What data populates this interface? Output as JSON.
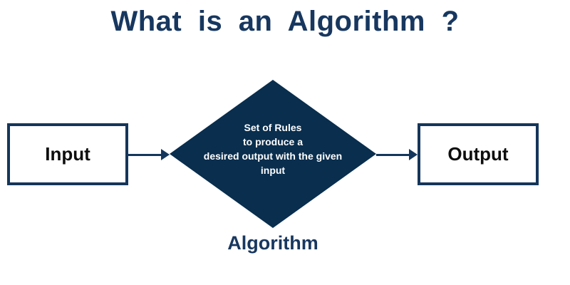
{
  "title": "What is an Algorithm ?",
  "colors": {
    "navy_fill": "#092e4e",
    "navy_text": "#17375f",
    "box_border": "#16365a",
    "box_label_text": "#0e0e0e",
    "arrow": "#14365c",
    "diamond_text": "#ffffff",
    "background": "#ffffff"
  },
  "flow": {
    "input": {
      "label": "Input"
    },
    "process": {
      "lines": [
        "Set of Rules",
        "to produce a",
        "desired output with the given",
        "input"
      ],
      "caption": "Algorithm"
    },
    "output": {
      "label": "Output"
    }
  }
}
